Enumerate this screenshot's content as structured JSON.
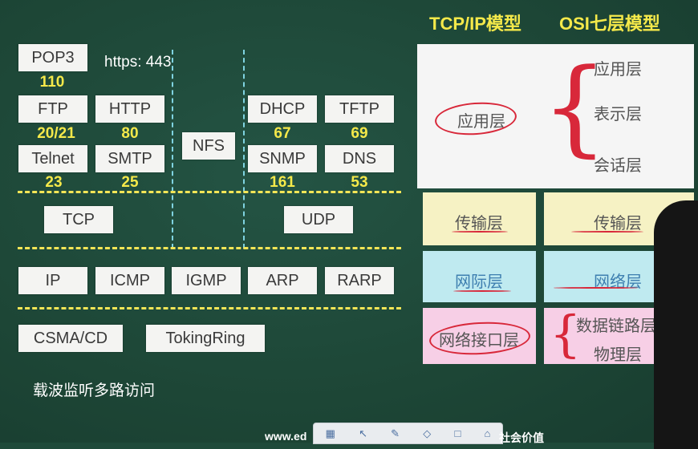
{
  "headers": {
    "tcpip": "TCP/IP模型",
    "osi": "OSI七层模型"
  },
  "note_https": "https: 443",
  "note_csma": "载波监听多路访问",
  "protocols": {
    "pop3": "POP3",
    "pop3_port": "110",
    "ftp": "FTP",
    "ftp_port": "20/21",
    "http": "HTTP",
    "http_port": "80",
    "telnet": "Telnet",
    "telnet_port": "23",
    "smtp": "SMTP",
    "smtp_port": "25",
    "nfs": "NFS",
    "dhcp": "DHCP",
    "dhcp_port": "67",
    "tftp": "TFTP",
    "tftp_port": "69",
    "snmp": "SNMP",
    "snmp_port": "161",
    "dns": "DNS",
    "dns_port": "53",
    "tcp": "TCP",
    "udp": "UDP",
    "ip": "IP",
    "icmp": "ICMP",
    "igmp": "IGMP",
    "arp": "ARP",
    "rarp": "RARP",
    "csmacd": "CSMA/CD",
    "tokenring": "TokingRing"
  },
  "tcpip_layers": {
    "application": "应用层",
    "transport": "传输层",
    "internet": "网际层",
    "interface": "网络接口层"
  },
  "osi_layers": {
    "application": "应用层",
    "presentation": "表示层",
    "session": "会话层",
    "transport": "传输层",
    "network": "网络层",
    "datalink": "数据链路层",
    "physical": "物理层"
  },
  "colors": {
    "board": "#1f4a3a",
    "port_text": "#f5e94a",
    "app_bg": "#f5f5f5",
    "transport_bg": "#f6f2c4",
    "internet_bg": "#bfeaf0",
    "interface_bg": "#f7cfe6",
    "annotation": "#d8283a"
  },
  "footer": {
    "site": "www.ed",
    "suffix": "社会价值"
  }
}
